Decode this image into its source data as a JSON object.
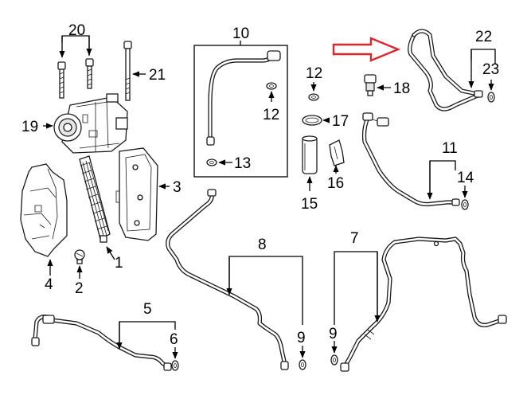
{
  "callouts": {
    "c1": "1",
    "c2": "2",
    "c3": "3",
    "c4": "4",
    "c5": "5",
    "c6": "6",
    "c7": "7",
    "c8": "8",
    "c9a": "9",
    "c9b": "9",
    "c10": "10",
    "c11": "11",
    "c12a": "12",
    "c12b": "12",
    "c13": "13",
    "c14": "14",
    "c15": "15",
    "c16": "16",
    "c17": "17",
    "c18": "18",
    "c19": "19",
    "c20": "20",
    "c21": "21",
    "c22": "22",
    "c23": "23"
  },
  "colors": {
    "line": "#1a1a1a",
    "highlight_arrow": "#e0242b",
    "background": "#ffffff"
  },
  "highlight": {
    "icon": "red-outline-arrow-icon",
    "points_to_part": "22"
  }
}
